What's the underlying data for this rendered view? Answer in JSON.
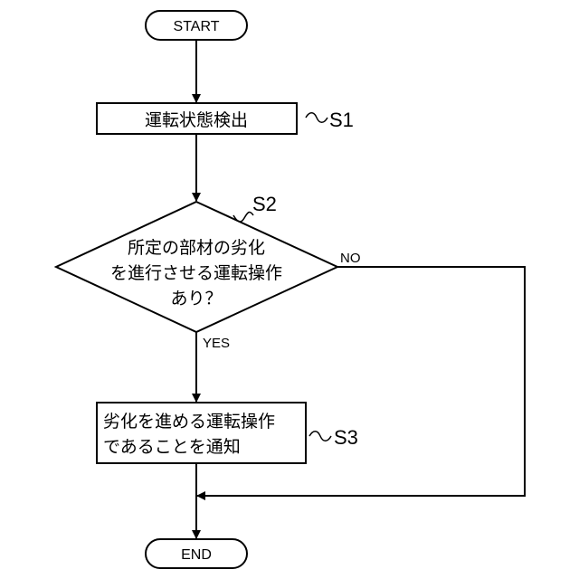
{
  "flowchart": {
    "start": "START",
    "end": "END",
    "step1": {
      "label": "運転状態検出",
      "id": "S1"
    },
    "decision": {
      "id": "S2",
      "lines": [
        "所定の部材の劣化",
        "を進行させる運転操作",
        "あり？"
      ],
      "yes": "YES",
      "no": "NO"
    },
    "step3": {
      "id": "S3",
      "lines": [
        "劣化を進める運転操作",
        "であることを通知"
      ]
    }
  }
}
